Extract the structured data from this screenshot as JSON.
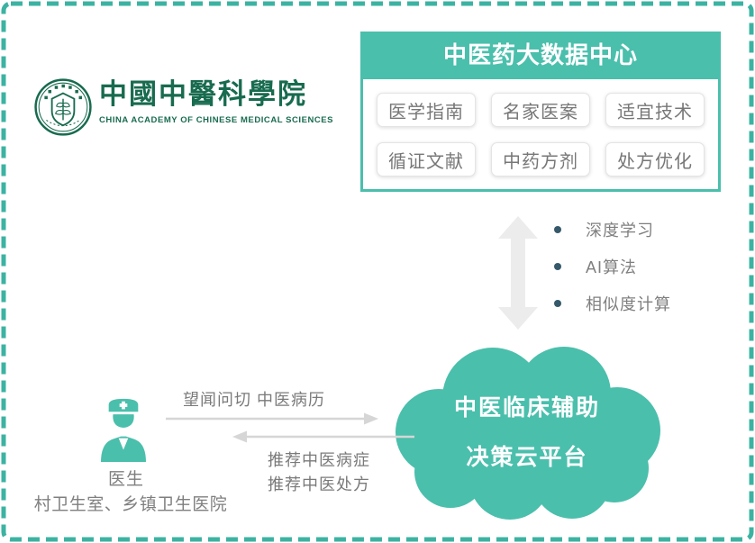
{
  "page": {
    "border_color": "#3CB3A2",
    "background": "#FFFFFF",
    "accent_teal": "#4ABFAC",
    "logo_green": "#186B4F",
    "text_gray": "#7A7A7A",
    "arrow_gray": "#D6D6D6",
    "bullet_dot_color": "#35596B"
  },
  "logo": {
    "chinese_name": "中國中醫科學院",
    "english_name": "CHINA ACADEMY OF CHINESE MEDICAL SCIENCES"
  },
  "data_center": {
    "title": "中医药大数据中心",
    "items": [
      "医学指南",
      "名家医案",
      "适宜技术",
      "循证文献",
      "中药方剂",
      "处方优化"
    ]
  },
  "exchange": {
    "bullets": [
      "深度学习",
      "AI算法",
      "相似度计算"
    ]
  },
  "cloud": {
    "line1": "中医临床辅助",
    "line2": "决策云平台"
  },
  "doctor": {
    "role": "医生",
    "org": "村卫生室、乡镇卫生医院"
  },
  "flows": {
    "to_cloud": "望闻问切 中医病历",
    "from_cloud_line1": "推荐中医病症",
    "from_cloud_line2": "推荐中医处方"
  }
}
